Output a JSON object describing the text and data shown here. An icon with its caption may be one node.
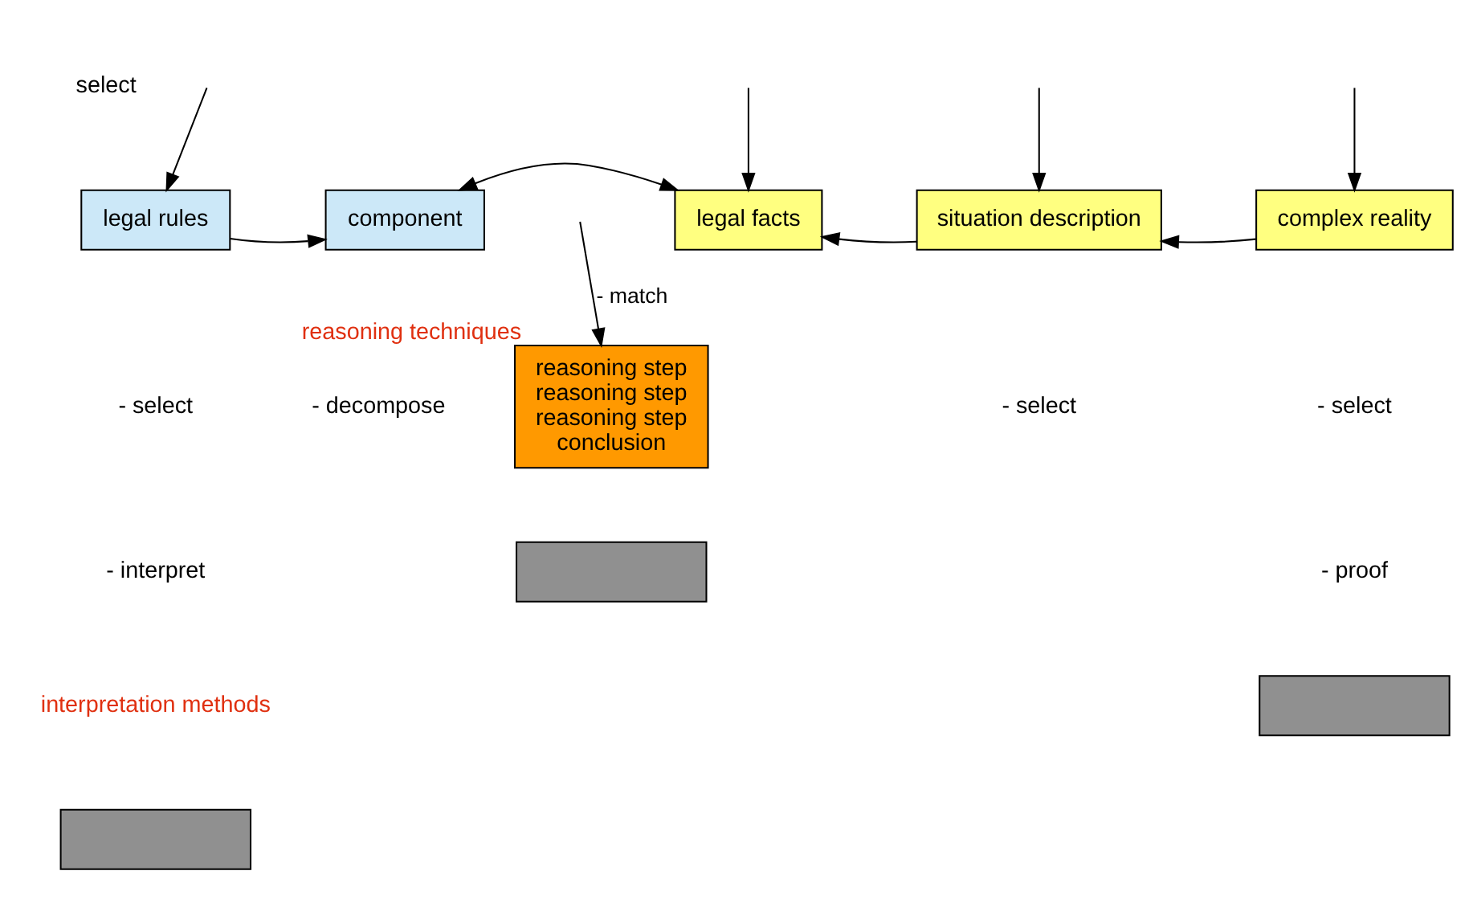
{
  "diagram": {
    "nodes": [
      {
        "text": [
          "legal rules"
        ]
      },
      {
        "text": [
          "component"
        ]
      },
      {
        "text": [
          "legal facts"
        ]
      },
      {
        "text": [
          "situation description"
        ]
      },
      {
        "text": [
          "complex reality"
        ]
      },
      {
        "text": [
          "reasoning step",
          "reasoning step",
          "reasoning step",
          "conclusion"
        ],
        "beside": [
          "reasoning techniques"
        ]
      },
      {
        "text": [],
        "shape": "box"
      },
      {
        "text": [],
        "shape": "box"
      },
      {
        "text": [],
        "shape": "box"
      }
    ],
    "edges": [
      {
        "from": null,
        "to": 0,
        "arrow": "to"
      },
      {
        "from": null,
        "to": 2,
        "arrow": "to"
      },
      {
        "from": null,
        "to": 3,
        "arrow": "to"
      },
      {
        "from": null,
        "to": 4,
        "arrow": "to"
      },
      {
        "from": 0,
        "to": 1,
        "arrow": "to"
      },
      {
        "from": 1,
        "to": 2,
        "arrow": "both"
      },
      {
        "from": 3,
        "to": 2,
        "arrow": "to"
      },
      {
        "from": 4,
        "to": 3,
        "arrow": "to"
      },
      {
        "from": null,
        "to": 5,
        "arrow": "to",
        "label": "- match"
      }
    ],
    "labels": [
      "select",
      "- select",
      "- interpret",
      "- decompose",
      "- select",
      "- select",
      "- proof",
      "interpretation methods"
    ]
  }
}
